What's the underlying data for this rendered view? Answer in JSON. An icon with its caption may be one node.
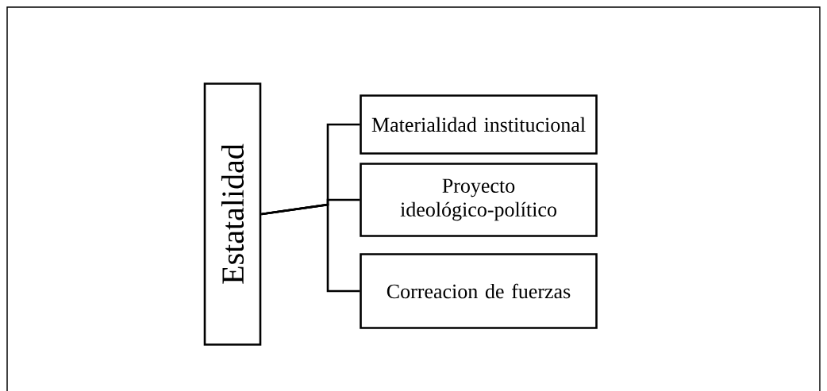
{
  "diagram": {
    "nodes": [
      {
        "text": [
          "Estatalidad"
        ]
      },
      {
        "text": [
          "Materialidad institucional"
        ]
      },
      {
        "text": [
          "Proyecto ideológico-político"
        ]
      },
      {
        "text": [
          "Correacion de fuerzas"
        ]
      }
    ],
    "edges": [
      {
        "from": 0,
        "to": 1,
        "arrow": "none"
      },
      {
        "from": 0,
        "to": 2,
        "arrow": "none"
      },
      {
        "from": 0,
        "to": 3,
        "arrow": "none"
      }
    ]
  }
}
